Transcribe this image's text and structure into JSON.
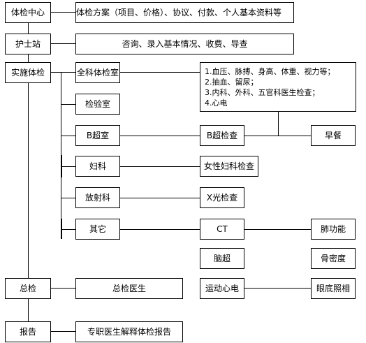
{
  "left": {
    "center": "体检中心",
    "nurse": "护士站",
    "exam": "实施体检",
    "summary": "总检",
    "report": "报告"
  },
  "right_top": {
    "center_desc": "体检方案（项目、价格）、协议、付款、个人基本资料等",
    "nurse_desc": "咨询、录入基本情况、收费、导查"
  },
  "departments": {
    "general": "全科体检室",
    "lab": "检验室",
    "bultra": "B超室",
    "gyn": "妇科",
    "radio": "放射科",
    "other": "其它",
    "summary_doc": "总检医生",
    "report_doc": "专职医生解释体检报告"
  },
  "general_items": [
    "1.血压、脉搏、身高、体重、视力等；",
    "2.抽血、留尿；",
    "3.内科、外科、五官科医生检查；",
    "4.心电"
  ],
  "checks": {
    "bultra_check": "B超检查",
    "breakfast": "早餐",
    "gyn_check": "女性妇科检查",
    "xray": "X光检查",
    "ct": "CT",
    "lung": "肺功能",
    "brain": "脑超",
    "bone": "骨密度",
    "ecg": "运动心电",
    "fundus": "眼底照相"
  }
}
